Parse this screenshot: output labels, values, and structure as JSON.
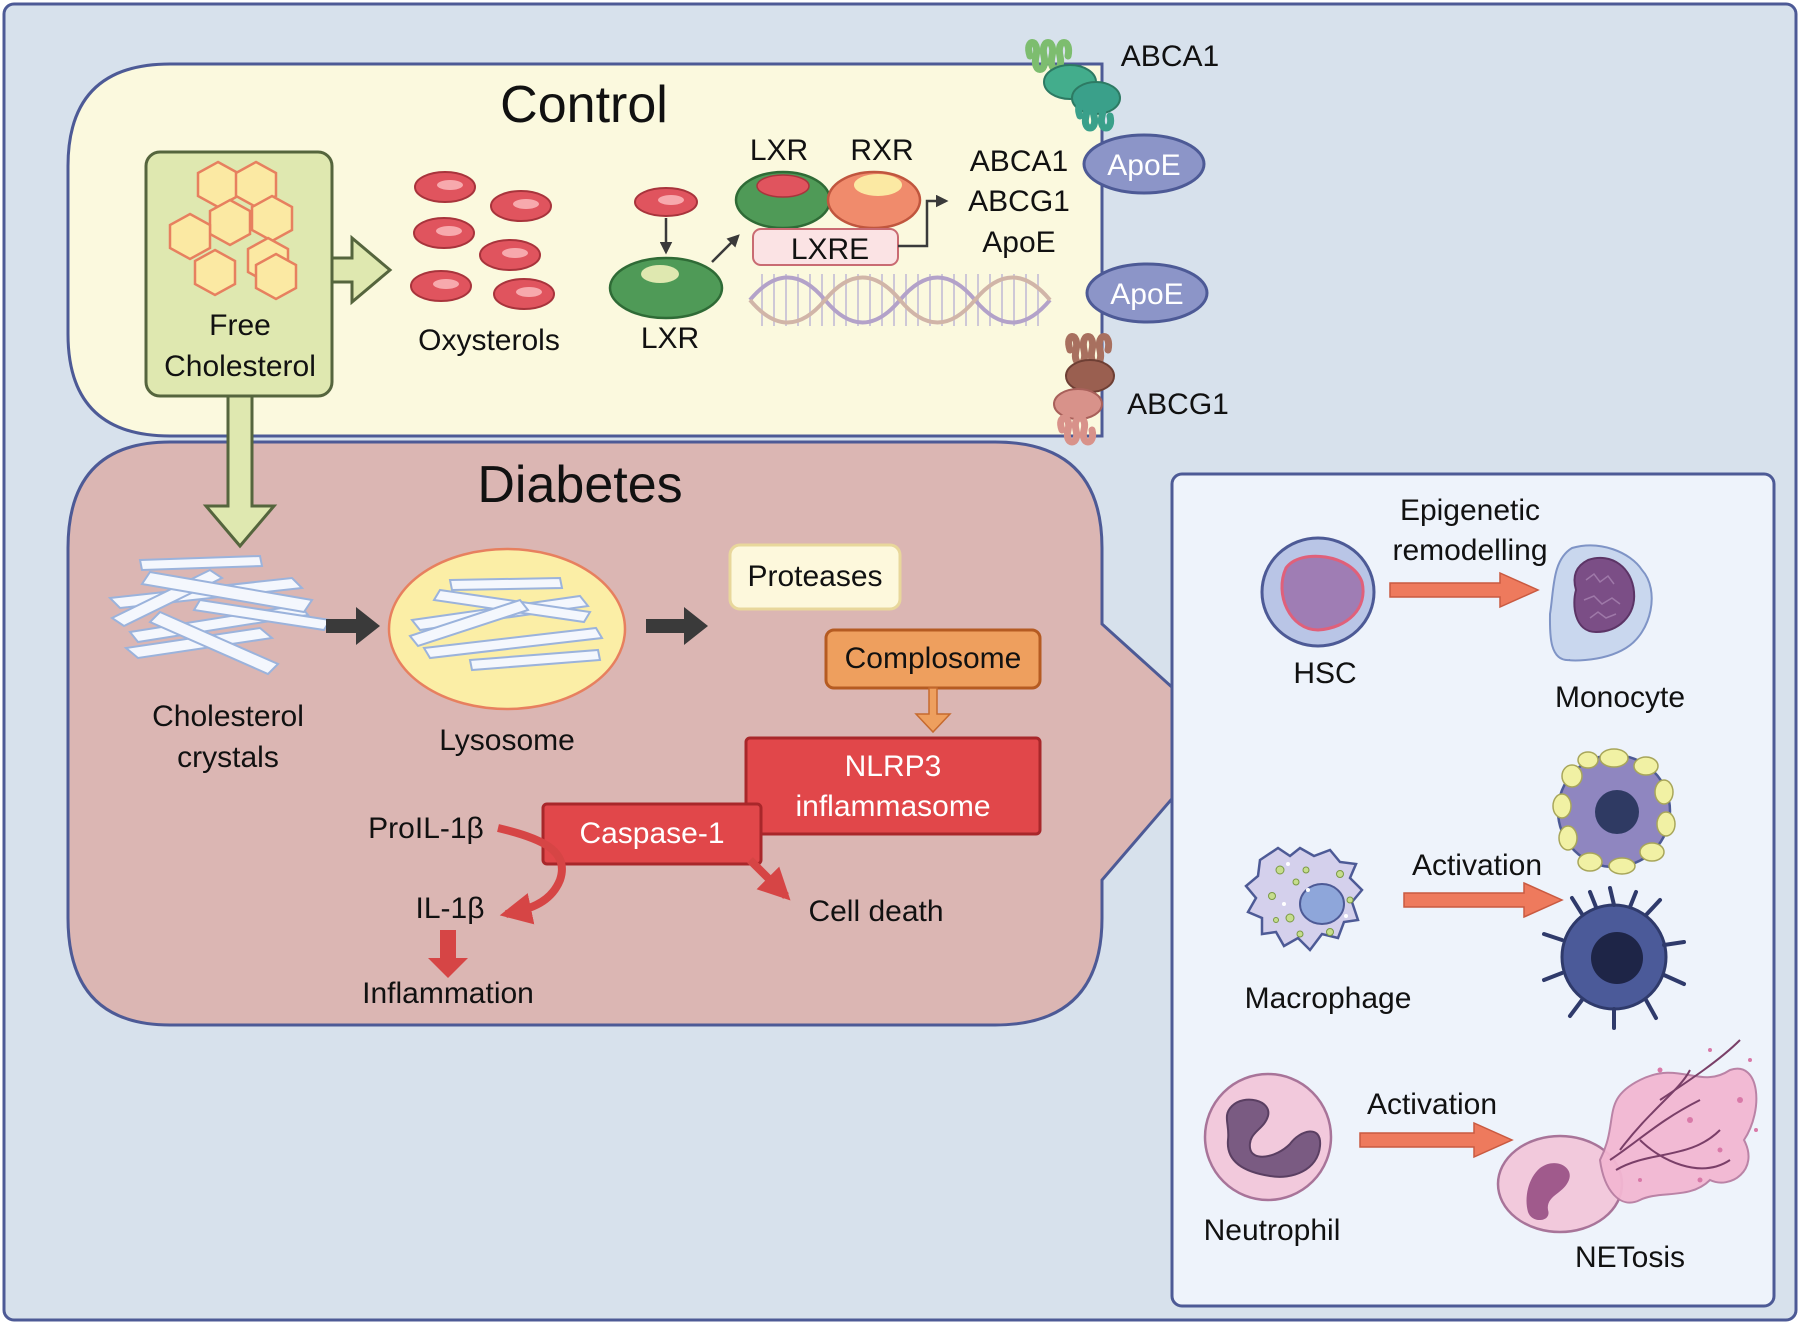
{
  "colors": {
    "background": "#d7e1ec",
    "border": "#4d5a96",
    "control_fill": "#fbf9de",
    "diabetes_fill": "#dbb6b3",
    "cells_panel_fill": "#eef3fb",
    "oxysterol": "#e0545e",
    "lxr_green": "#4f9a57",
    "rxr_orange": "#f08b6c",
    "apoe": "#8c95c8",
    "box_green": "#dfe8b0",
    "complosome": "#ee9f5e",
    "nlrp3": "#e1474a",
    "arrow_red": "#d64545",
    "arrow_salmon": "#ee7a5d"
  },
  "control": {
    "title": "Control",
    "free_cholesterol": [
      "Free",
      "Cholesterol"
    ],
    "oxysterols": "Oxysterols",
    "lxr_bottom": "LXR",
    "lxr_top": "LXR",
    "rxr": "RXR",
    "lxre": "LXRE",
    "targets": [
      "ABCA1",
      "ABCG1",
      "ApoE"
    ],
    "abca1_label": "ABCA1",
    "abcg1_label": "ABCG1",
    "apoe_1": "ApoE",
    "apoe_2": "ApoE"
  },
  "diabetes": {
    "title": "Diabetes",
    "crystals": [
      "Cholesterol",
      "crystals"
    ],
    "lysosome": "Lysosome",
    "proteases": "Proteases",
    "complosome": "Complosome",
    "nlrp3": [
      "NLRP3",
      "inflammasome"
    ],
    "caspase": "Caspase-1",
    "pro_il": "ProIL-1β",
    "il": "IL-1β",
    "inflammation": "Inflammation",
    "cell_death": "Cell death"
  },
  "cells": {
    "hsc": "HSC",
    "epigenetic": [
      "Epigenetic",
      "remodelling"
    ],
    "monocyte": "Monocyte",
    "macrophage": "Macrophage",
    "activation_1": "Activation",
    "neutrophil": "Neutrophil",
    "activation_2": "Activation",
    "netosis": "NETosis"
  }
}
